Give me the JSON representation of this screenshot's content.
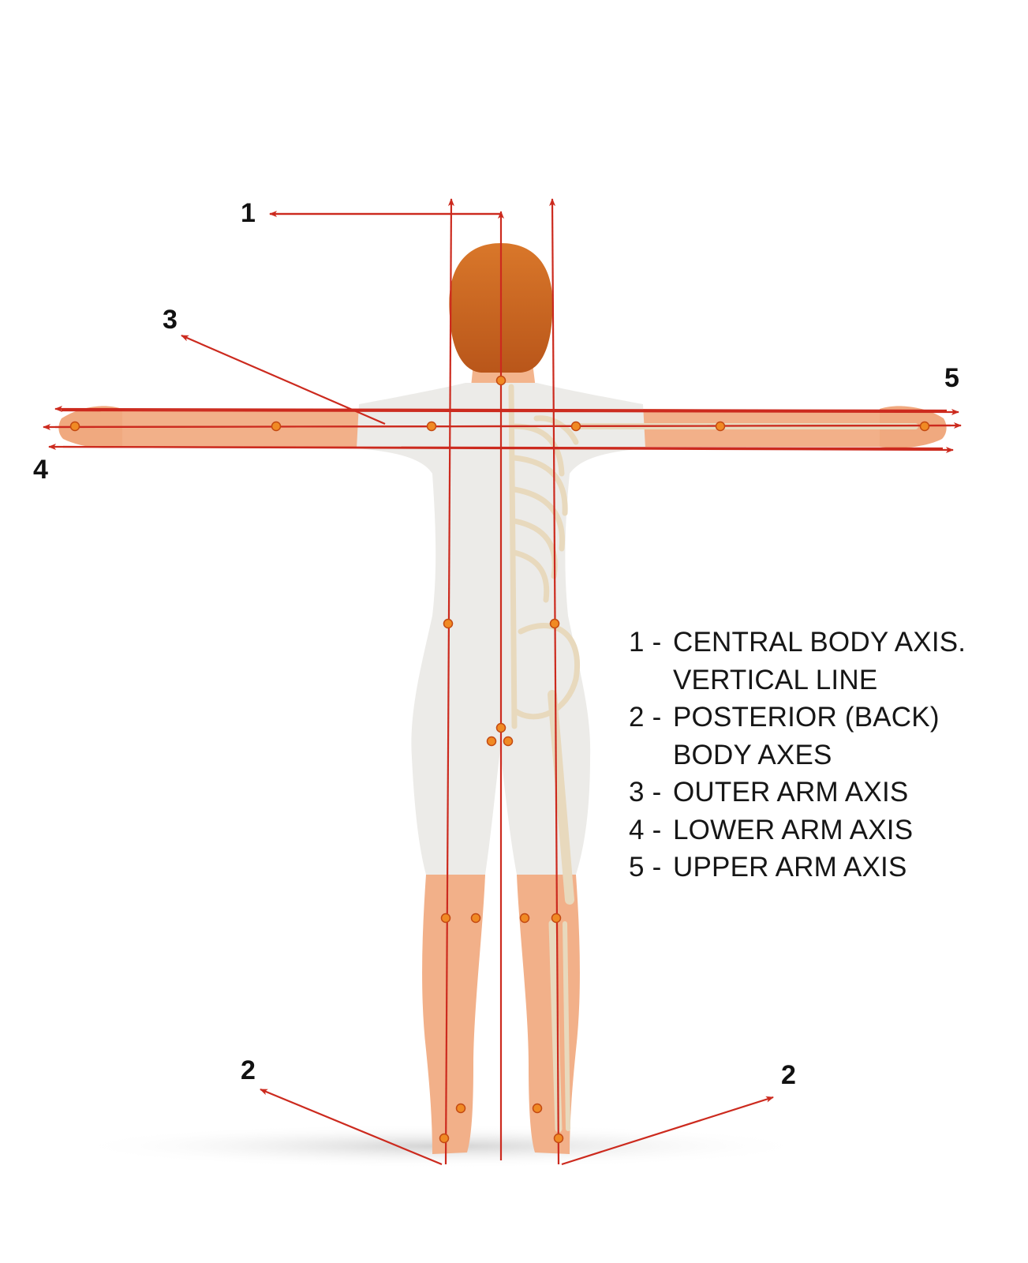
{
  "colors": {
    "axis_line": "#cc2a1e",
    "marker_fill": "#f08a24",
    "marker_stroke": "#c44a12",
    "skin": "#f4b38a",
    "garment": "#ececea",
    "hair": "#cf6e1f",
    "bone": "#efe3cc",
    "shadow": "#dcdcdc"
  },
  "numbers": {
    "n1": "1",
    "n2_left": "2",
    "n2_right": "2",
    "n3": "3",
    "n4": "4",
    "n5": "5"
  },
  "legend": [
    {
      "key": "1 -",
      "lines": [
        "CENTRAL BODY AXIS.",
        "VERTICAL LINE"
      ]
    },
    {
      "key": "2 -",
      "lines": [
        "POSTERIOR (BACK)",
        "BODY AXES"
      ]
    },
    {
      "key": "3 -",
      "lines": [
        "OUTER ARM AXIS"
      ]
    },
    {
      "key": "4 -",
      "lines": [
        "LOWER ARM AXIS"
      ]
    },
    {
      "key": "5 -",
      "lines": [
        "UPPER ARM AXIS"
      ]
    }
  ]
}
